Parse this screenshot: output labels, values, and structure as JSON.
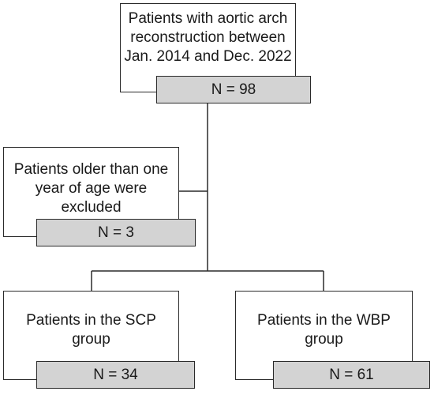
{
  "nodes": [
    {
      "id": "total",
      "text": "Patients with aortic arch\nreconstruction between\nJan. 2014 and Dec. 2022",
      "count": "N = 98"
    },
    {
      "id": "excluded",
      "text": "Patients older than one\nyear of age were\nexcluded",
      "count": "N = 3"
    },
    {
      "id": "scp",
      "text": "Patients in the SCP\ngroup",
      "count": "N = 34"
    },
    {
      "id": "wbp",
      "text": "Patients in the WBP\ngroup",
      "count": "N = 61"
    }
  ],
  "edges": [
    {
      "from": "total",
      "to": "excluded"
    },
    {
      "from": "total",
      "to": "scp"
    },
    {
      "from": "total",
      "to": "wbp"
    }
  ],
  "colors": {
    "box_fill": "#ffffff",
    "count_fill": "#d3d3d3",
    "stroke": "#2a2a2a",
    "text": "#1a1a1a"
  }
}
